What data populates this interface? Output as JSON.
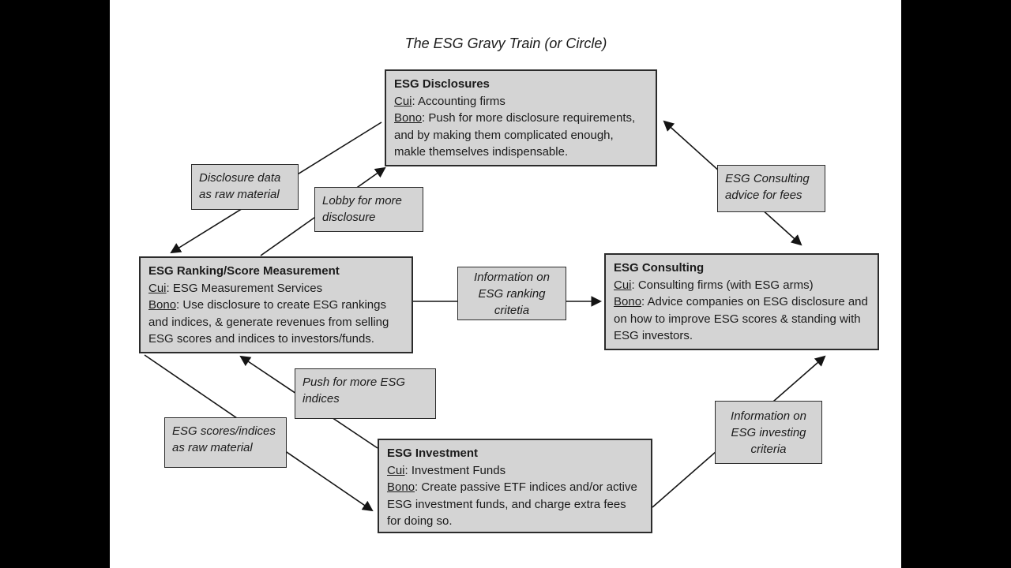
{
  "title": "The ESG Gravy Train (or Circle)",
  "colors": {
    "background": "#ffffff",
    "letterbox": "#000000",
    "box_fill": "#d4d4d4",
    "box_border": "#2b2b2b",
    "text": "#1b1b1b",
    "arrow": "#141414"
  },
  "nodes": [
    {
      "id": "esg-disclosures",
      "title": "ESG Disclosures",
      "cui_term": "Cui",
      "cui_rest": ": Accounting firms",
      "bono_term": "Bono",
      "bono_rest": ": Push for more disclosure requirements, and by making them complicated enough, makle themselves indispensable."
    },
    {
      "id": "esg-ranking",
      "title": "ESG Ranking/Score Measurement",
      "cui_term": "Cui",
      "cui_rest": ": ESG Measurement Services",
      "bono_term": "Bono",
      "bono_rest": ": Use disclosure to create ESG rankings and indices, & generate revenues from selling ESG scores and indices to investors/funds."
    },
    {
      "id": "esg-consulting",
      "title": "ESG Consulting",
      "cui_term": "Cui",
      "cui_rest": ": Consulting firms (with ESG arms)",
      "bono_term": "Bono",
      "bono_rest": ": Advice companies on ESG disclosure and on how to improve ESG scores & standing with ESG investors."
    },
    {
      "id": "esg-investment",
      "title": "ESG Investment",
      "cui_term": "Cui",
      "cui_rest": ": Investment Funds",
      "bono_term": "Bono",
      "bono_rest": ": Create passive ETF indices and/or active ESG investment funds, and charge extra fees for doing so."
    }
  ],
  "labels": [
    {
      "id": "disclosure-data",
      "text": "Disclosure data as raw material",
      "align": "left"
    },
    {
      "id": "lobby",
      "text": "Lobby for more disclosure",
      "align": "left"
    },
    {
      "id": "ranking-criteria",
      "text": "Information on ESG ranking critetia",
      "align": "center"
    },
    {
      "id": "consulting-advice",
      "text": "ESG Consulting advice for fees",
      "align": "left"
    },
    {
      "id": "push-indices",
      "text": "Push for more ESG indices",
      "align": "left"
    },
    {
      "id": "scores-indices",
      "text": "ESG scores/indices as raw material",
      "align": "left"
    },
    {
      "id": "investing-criteria",
      "text": "Information on ESG investing criteria",
      "align": "center"
    }
  ],
  "connections": [
    {
      "from": "esg-disclosures",
      "to": "esg-ranking",
      "via": "Disclosure data as raw material",
      "double": false
    },
    {
      "from": "esg-ranking",
      "to": "esg-disclosures",
      "via": "Lobby for more disclosure",
      "double": false
    },
    {
      "from": "esg-ranking",
      "to": "esg-consulting",
      "via": "Information on ESG ranking critetia",
      "double": false
    },
    {
      "from": "esg-disclosures",
      "to": "esg-consulting",
      "via": "ESG Consulting advice for fees",
      "double": true
    },
    {
      "from": "esg-investment",
      "to": "esg-ranking",
      "via": "Push for more ESG indices",
      "double": false
    },
    {
      "from": "esg-ranking",
      "to": "esg-investment",
      "via": "ESG scores/indices as raw material",
      "double": false
    },
    {
      "from": "esg-investment",
      "to": "esg-consulting",
      "via": "Information on ESG investing criteria",
      "double": false
    }
  ]
}
